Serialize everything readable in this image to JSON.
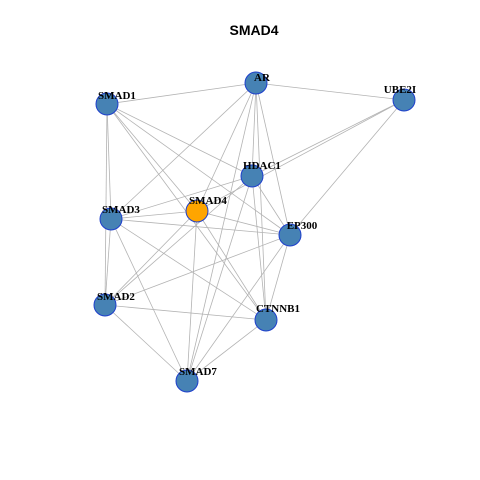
{
  "title": "SMAD4",
  "colors": {
    "node_fill": "#4682B4",
    "node_stroke": "#1E3FCC",
    "highlight_fill": "#FFA500",
    "edge": "#B3B3B3"
  },
  "nodes": [
    {
      "id": "AR",
      "label": "AR",
      "highlight": false
    },
    {
      "id": "UBE2I",
      "label": "UBE2I",
      "highlight": false
    },
    {
      "id": "SMAD1",
      "label": "SMAD1",
      "highlight": false
    },
    {
      "id": "HDAC1",
      "label": "HDAC1",
      "highlight": false
    },
    {
      "id": "SMAD4",
      "label": "SMAD4",
      "highlight": true
    },
    {
      "id": "SMAD3",
      "label": "SMAD3",
      "highlight": false
    },
    {
      "id": "EP300",
      "label": "EP300",
      "highlight": false
    },
    {
      "id": "SMAD2",
      "label": "SMAD2",
      "highlight": false
    },
    {
      "id": "CTNNB1",
      "label": "CTNNB1",
      "highlight": false
    },
    {
      "id": "SMAD7",
      "label": "SMAD7",
      "highlight": false
    }
  ],
  "edges": [
    [
      "AR",
      "UBE2I"
    ],
    [
      "AR",
      "SMAD1"
    ],
    [
      "AR",
      "HDAC1"
    ],
    [
      "AR",
      "SMAD4"
    ],
    [
      "AR",
      "SMAD3"
    ],
    [
      "AR",
      "EP300"
    ],
    [
      "AR",
      "CTNNB1"
    ],
    [
      "AR",
      "SMAD7"
    ],
    [
      "UBE2I",
      "HDAC1"
    ],
    [
      "UBE2I",
      "SMAD4"
    ],
    [
      "UBE2I",
      "EP300"
    ],
    [
      "SMAD1",
      "HDAC1"
    ],
    [
      "SMAD1",
      "SMAD4"
    ],
    [
      "SMAD1",
      "SMAD3"
    ],
    [
      "SMAD1",
      "EP300"
    ],
    [
      "SMAD1",
      "SMAD2"
    ],
    [
      "SMAD1",
      "CTNNB1"
    ],
    [
      "HDAC1",
      "SMAD3"
    ],
    [
      "HDAC1",
      "EP300"
    ],
    [
      "HDAC1",
      "SMAD2"
    ],
    [
      "HDAC1",
      "CTNNB1"
    ],
    [
      "HDAC1",
      "SMAD7"
    ],
    [
      "SMAD4",
      "SMAD3"
    ],
    [
      "SMAD4",
      "EP300"
    ],
    [
      "SMAD4",
      "SMAD2"
    ],
    [
      "SMAD4",
      "CTNNB1"
    ],
    [
      "SMAD4",
      "SMAD7"
    ],
    [
      "SMAD3",
      "EP300"
    ],
    [
      "SMAD3",
      "SMAD2"
    ],
    [
      "SMAD3",
      "CTNNB1"
    ],
    [
      "SMAD3",
      "SMAD7"
    ],
    [
      "EP300",
      "SMAD2"
    ],
    [
      "EP300",
      "CTNNB1"
    ],
    [
      "EP300",
      "SMAD7"
    ],
    [
      "SMAD2",
      "SMAD7"
    ],
    [
      "SMAD2",
      "CTNNB1"
    ],
    [
      "CTNNB1",
      "SMAD7"
    ]
  ]
}
